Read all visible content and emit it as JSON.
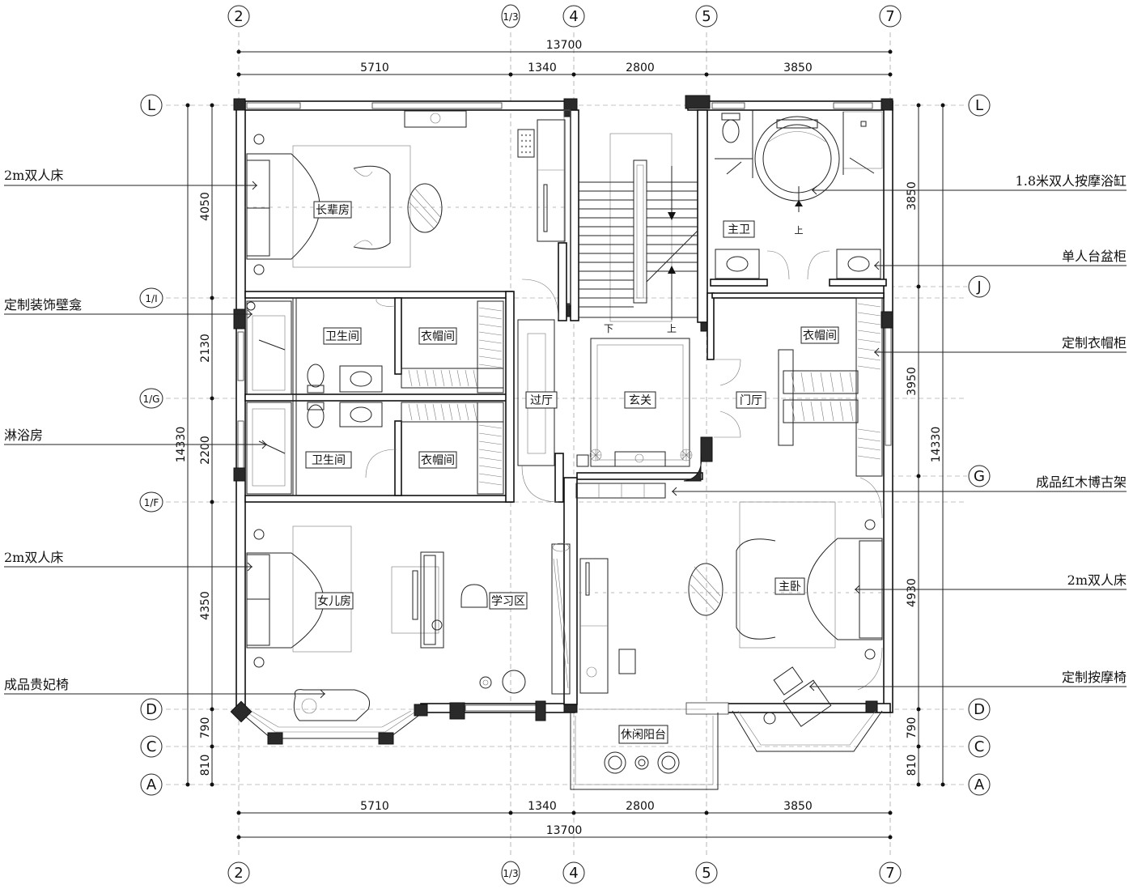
{
  "grid_top": [
    "2",
    "1/3",
    "4",
    "5",
    "7"
  ],
  "grid_bottom": [
    "2",
    "1/3",
    "4",
    "5",
    "7"
  ],
  "grid_left": [
    "L",
    "1/I",
    "1/G",
    "1/F",
    "D",
    "C",
    "A"
  ],
  "grid_right": [
    "L",
    "J",
    "G",
    "D",
    "C",
    "A"
  ],
  "dims_top_total": "13700",
  "dims_top": [
    "5710",
    "1340",
    "2800",
    "3850"
  ],
  "dims_bottom": [
    "5710",
    "1340",
    "2800",
    "3850"
  ],
  "dims_bottom_total": "13700",
  "dims_left": [
    "4050",
    "2130",
    "2200",
    "4350",
    "790",
    "810"
  ],
  "dims_left_total": "14330",
  "dims_right": [
    "3850",
    "3950",
    "4930",
    "790",
    "810"
  ],
  "dims_right_total": "14330",
  "callouts_left": [
    "2m双人床",
    "定制装饰壁龛",
    "淋浴房",
    "2m双人床",
    "成品贵妃椅"
  ],
  "callouts_right": [
    "1.8米双人按摩浴缸",
    "单人台盆柜",
    "定制衣帽柜",
    "成品红木博古架",
    "2m双人床",
    "定制按摩椅"
  ],
  "rooms": {
    "elder_room": "长辈房",
    "bath_1": "卫生间",
    "closet_1": "衣帽间",
    "bath_2": "卫生间",
    "closet_2": "衣帽间",
    "hallway": "过厅",
    "foyer": "玄关",
    "entry_hall": "门厅",
    "master_bath": "主卫",
    "master_closet": "衣帽间",
    "daughter_room": "女儿房",
    "study_area": "学习区",
    "master_bedroom": "主卧",
    "balcony": "休闲阳台"
  },
  "stair_labels": {
    "down": "下",
    "up": "上",
    "up_2": "上"
  }
}
